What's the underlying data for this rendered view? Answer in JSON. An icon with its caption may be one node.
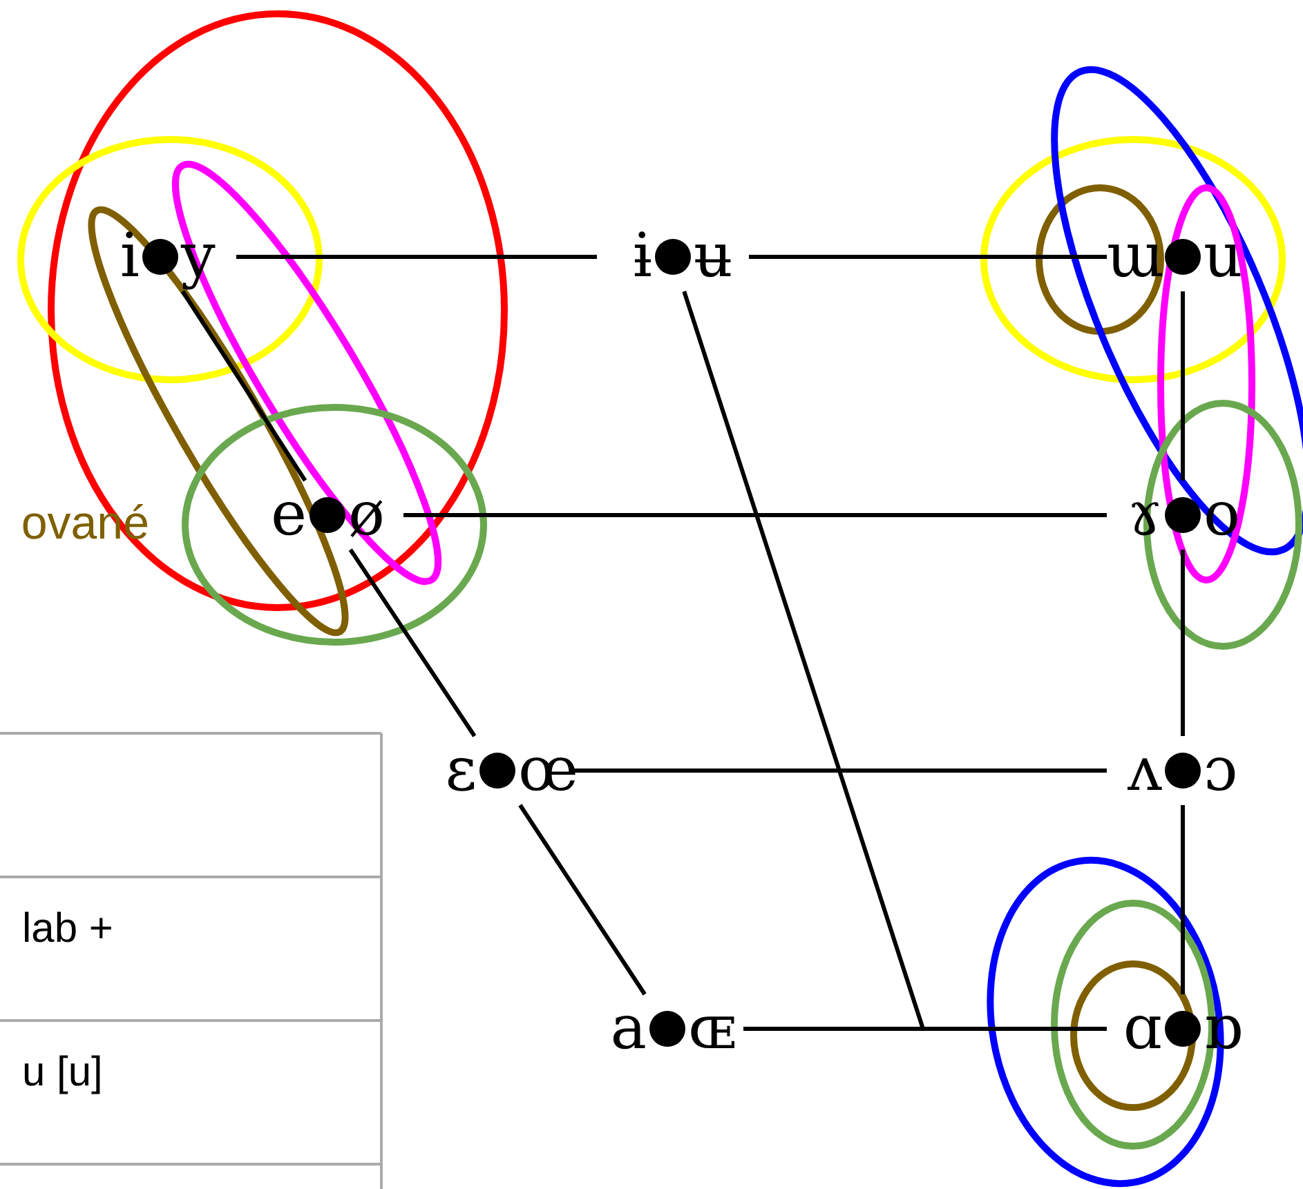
{
  "diagram": {
    "nodes": [
      {
        "text": [],
        "shape": "circle",
        "beside": [
          "i",
          "y"
        ]
      },
      {
        "text": [],
        "shape": "circle",
        "beside": [
          "ɨ",
          "ʉ"
        ]
      },
      {
        "text": [],
        "shape": "circle",
        "beside": [
          "ɯ",
          "u"
        ]
      },
      {
        "text": [],
        "shape": "circle",
        "beside": [
          "e",
          "ø"
        ]
      },
      {
        "text": [],
        "shape": "circle",
        "beside": [
          "ɤ",
          "o"
        ]
      },
      {
        "text": [],
        "shape": "circle",
        "beside": [
          "ɛ",
          "œ"
        ]
      },
      {
        "text": [],
        "shape": "circle",
        "beside": [
          "ʌ",
          "ɔ"
        ]
      },
      {
        "text": [],
        "shape": "circle",
        "beside": [
          "a",
          "ɶ"
        ]
      },
      {
        "text": [],
        "shape": "circle",
        "beside": [
          "ɑ",
          "ɒ"
        ]
      }
    ],
    "edges": [
      {
        "from": 0,
        "to": 1,
        "arrow": "none"
      },
      {
        "from": 1,
        "to": 2,
        "arrow": "none"
      },
      {
        "from": 0,
        "to": 3,
        "arrow": "none"
      },
      {
        "from": 3,
        "to": 5,
        "arrow": "none"
      },
      {
        "from": 5,
        "to": 7,
        "arrow": "none"
      },
      {
        "from": 2,
        "to": 4,
        "arrow": "none"
      },
      {
        "from": 4,
        "to": 6,
        "arrow": "none"
      },
      {
        "from": 6,
        "to": 8,
        "arrow": "none"
      },
      {
        "from": 3,
        "to": 4,
        "arrow": "none"
      },
      {
        "from": 5,
        "to": 6,
        "arrow": "none"
      },
      {
        "from": 7,
        "to": 8,
        "arrow": "none"
      },
      {
        "from": 1,
        "to": null,
        "arrow": "none"
      }
    ],
    "labels": [
      "ované",
      "lab +",
      "u [u]"
    ]
  }
}
